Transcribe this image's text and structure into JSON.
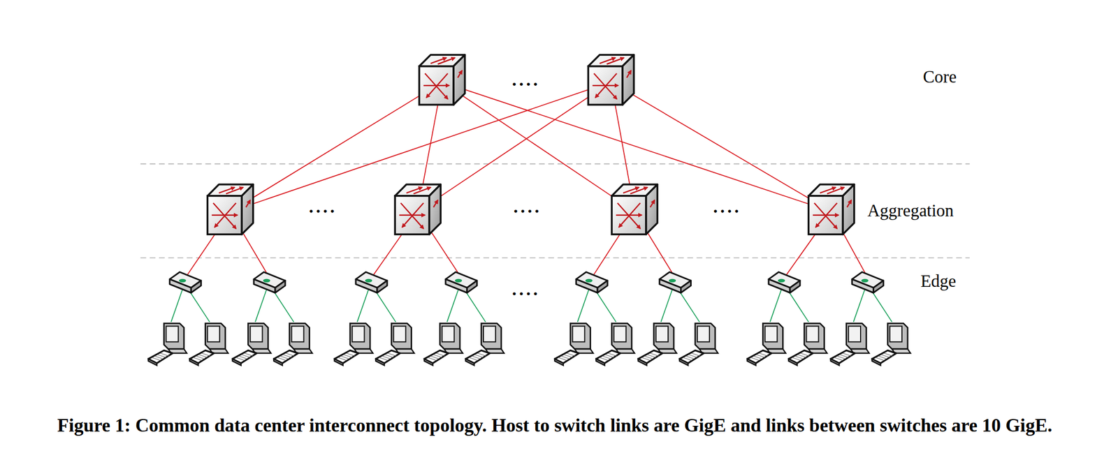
{
  "diagram": {
    "caption": "Figure 1: Common data center interconnect topology. Host to switch links are GigE and links between switches are 10 GigE.",
    "labels": [
      "Core",
      "Aggregation",
      "Edge",
      "....",
      "....",
      "....",
      "....",
      "...."
    ]
  }
}
